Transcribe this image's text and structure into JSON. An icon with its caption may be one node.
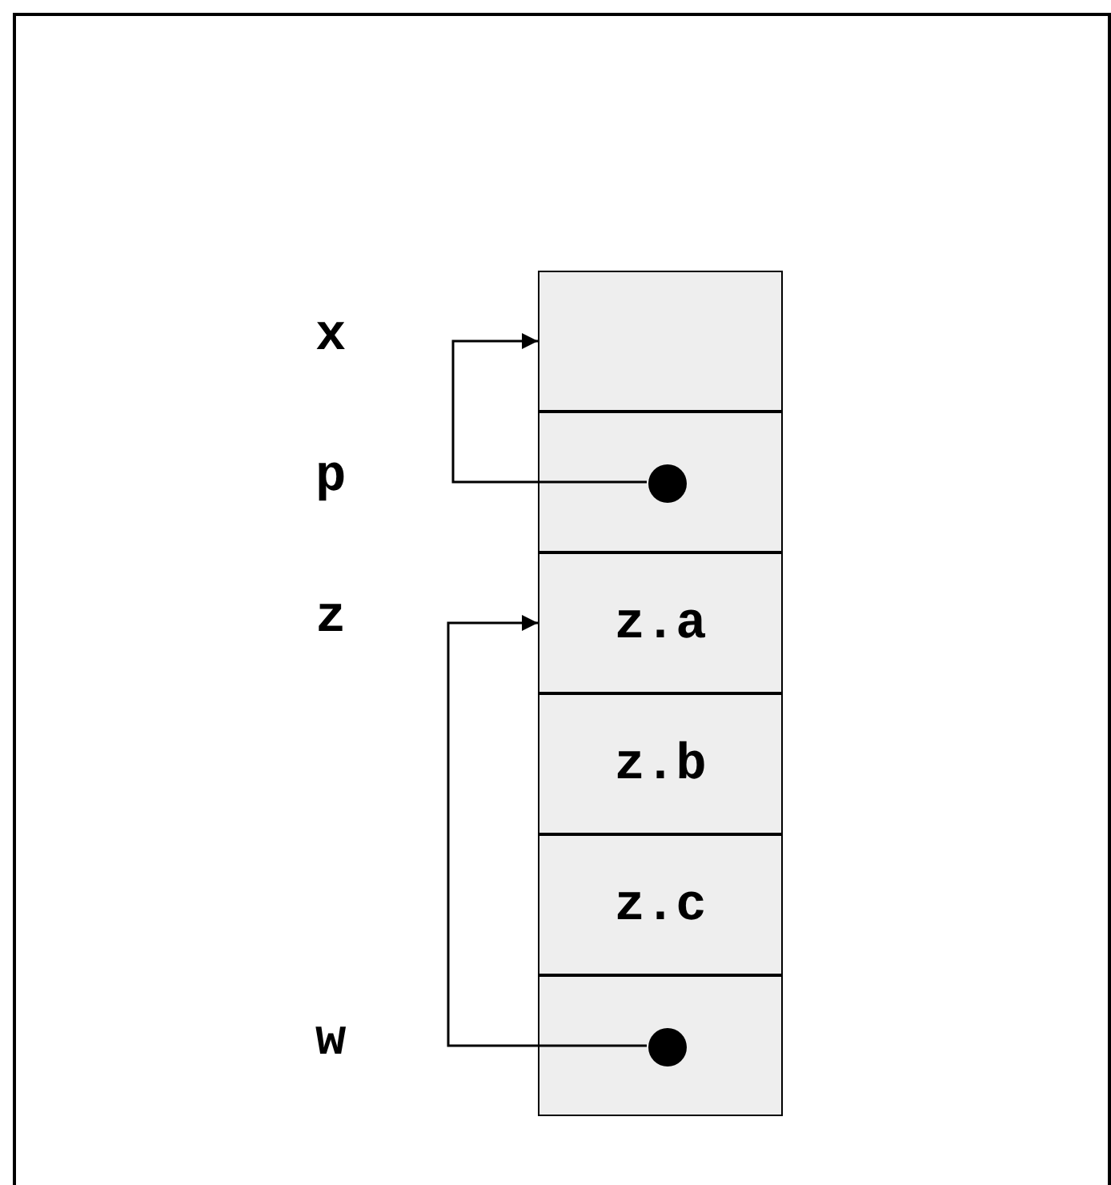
{
  "diagram": {
    "nodes": [
      {
        "text": [],
        "shape": "box",
        "beside": [
          "x"
        ]
      },
      {
        "text": [],
        "shape": "box",
        "beside": [
          "p"
        ]
      },
      {
        "text": [],
        "shape": "circle",
        "in": 1
      },
      {
        "text": [
          "z.a"
        ],
        "beside": [
          "z"
        ]
      },
      {
        "text": [
          "z.b"
        ]
      },
      {
        "text": [
          "z.c"
        ]
      },
      {
        "text": [],
        "shape": "box",
        "beside": [
          "w"
        ]
      },
      {
        "text": [],
        "shape": "circle",
        "in": 6
      }
    ],
    "edges": [
      {
        "from": 2,
        "to": 0,
        "arrow": "to"
      },
      {
        "from": 7,
        "to": 3,
        "arrow": "to"
      }
    ]
  }
}
